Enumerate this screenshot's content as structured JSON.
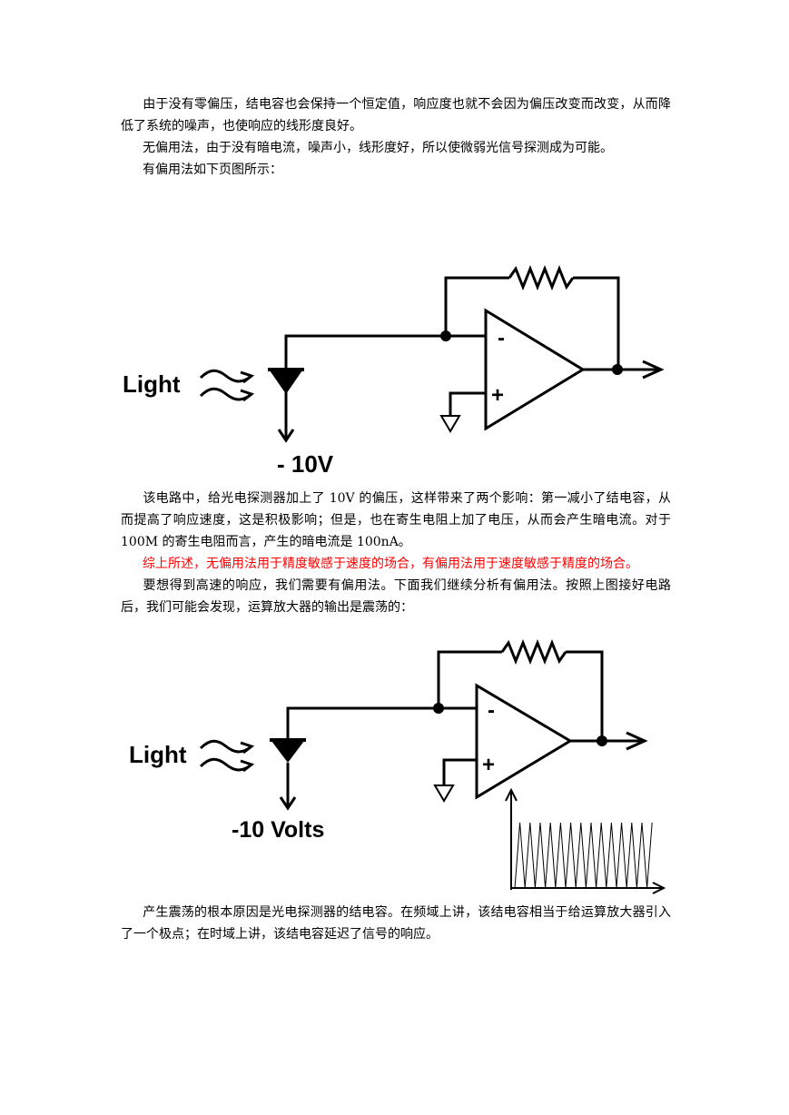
{
  "paragraphs": {
    "p1": "由于没有零偏压，结电容也会保持一个恒定值，响应度也就不会因为偏压改变而改变，从而降低了系统的噪声，也使响应的线形度良好。",
    "p2": "无偏用法，由于没有暗电流，噪声小，线形度好，所以使微弱光信号探测成为可能。",
    "p3": "有偏用法如下页图所示：",
    "p4": "该电路中，给光电探测器加上了 10V 的偏压，这样带来了两个影响：第一减小了结电容，从而提高了响应速度，这是积极影响；但是，也在寄生电阻上加了电压，从而会产生暗电流。对于 100M 的寄生电阻而言，产生的暗电流是 100nA。",
    "p5": "综上所述，无偏用法用于精度敏感于速度的场合，有偏用法用于速度敏感于精度的场合。",
    "p6": "要想得到高速的响应，我们需要有偏用法。下面我们继续分析有偏用法。按照上图接好电路后，我们可能会发现，运算放大器的输出是震荡的：",
    "p7": "产生震荡的根本原因是光电探测器的结电容。在频域上讲，该结电容相当于给运算放大器引入了一个极点；在时域上讲，该结电容延迟了信号的响应。"
  },
  "diagram1": {
    "light_label": "Light",
    "minus_sign": "-",
    "plus_sign": "+",
    "bias_label": "- 10V"
  },
  "diagram2": {
    "light_label": "Light",
    "minus_sign": "-",
    "plus_sign": "+",
    "bias_label": "-10 Volts"
  },
  "colors": {
    "text": "#000000",
    "emphasis": "#ff0000"
  }
}
